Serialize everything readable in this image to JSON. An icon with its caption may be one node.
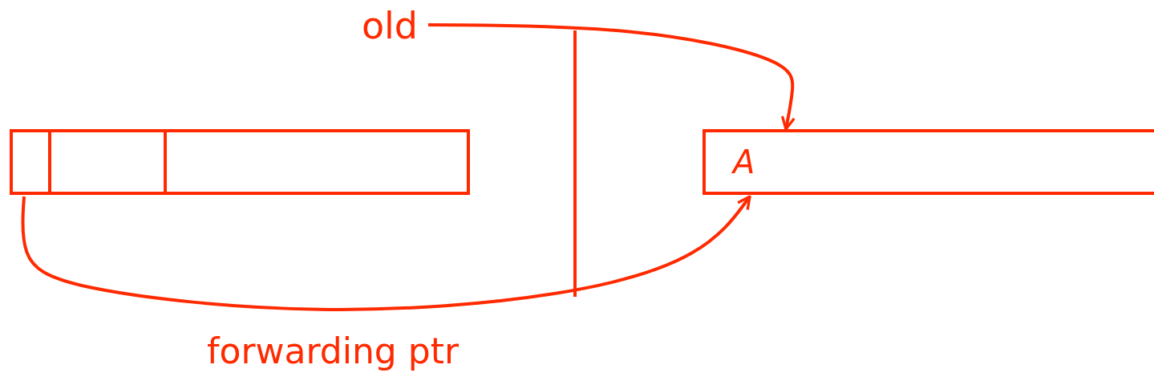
{
  "diagram": {
    "nodes": [
      {
        "text": [
          "old"
        ]
      },
      {
        "text": [],
        "shape": "box"
      },
      {
        "text": [],
        "shape": "box"
      },
      {
        "text": [],
        "shape": "box"
      },
      {
        "text": [
          "A"
        ]
      }
    ],
    "edges": [
      {
        "from": 0,
        "to": 4,
        "arrow": "to"
      },
      {
        "from": 1,
        "to": 4,
        "arrow": "to",
        "label": "forwarding ptr"
      }
    ]
  }
}
